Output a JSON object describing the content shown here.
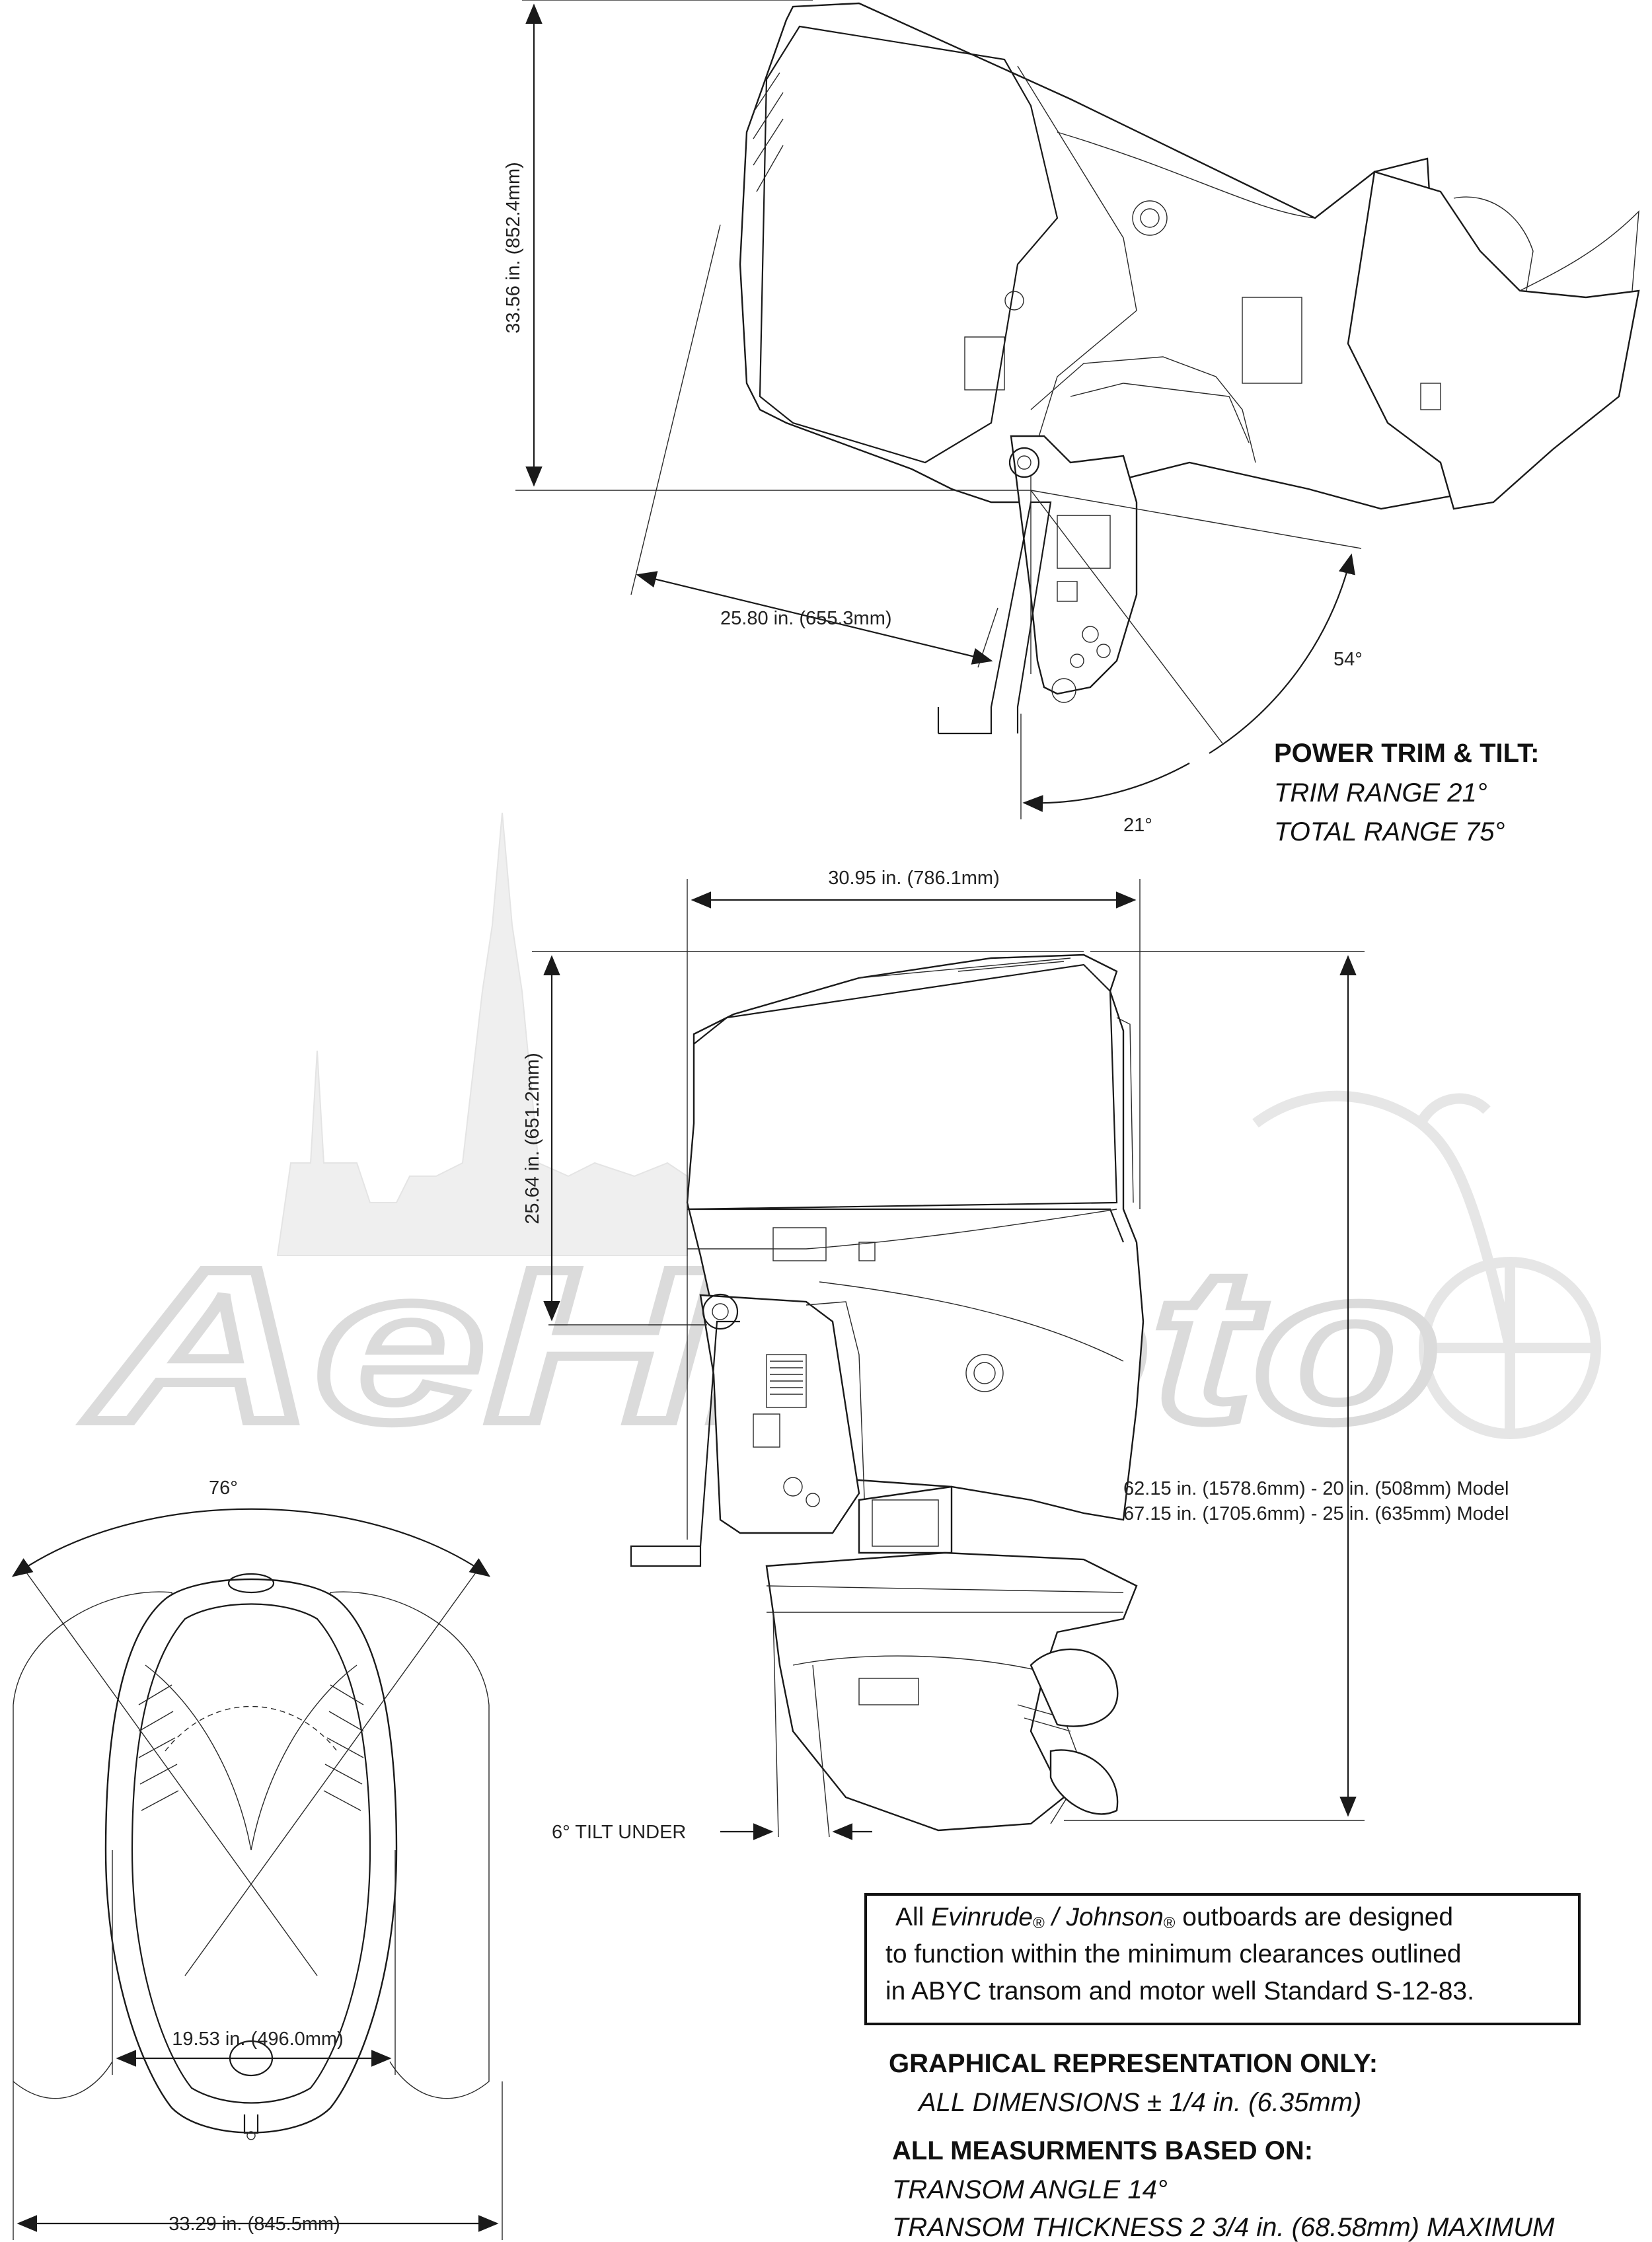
{
  "watermark": {
    "text": "AeHMoto"
  },
  "tilt_view": {
    "height_dim": "33.56 in. (852.4mm)",
    "reach_dim": "25.80 in. (655.3mm)",
    "angle_54": "54°",
    "angle_21": "21°",
    "power_trim": {
      "title": "POWER TRIM & TILT:",
      "trim_range": "TRIM RANGE 21°",
      "total_range": "TOTAL RANGE 75°"
    }
  },
  "side_view": {
    "width_dim": "30.95 in. (786.1mm)",
    "cowl_height_dim": "25.64 in. (651.2mm)",
    "length_20": "62.15 in. (1578.6mm) - 20 in. (508mm) Model",
    "length_25": "67.15 in. (1705.6mm) - 25 in. (635mm) Model",
    "tilt_under": "6° TILT UNDER"
  },
  "top_view": {
    "swing_angle": "76°",
    "inner_width_dim": "19.53 in. (496.0mm)",
    "outer_width_dim": "33.29 in. (845.5mm)"
  },
  "notice": {
    "line1_pre": "All ",
    "brand1": "Evinrude",
    "sep": " / ",
    "brand2": "Johnson",
    "reg": "®",
    "line1_post": " outboards are designed",
    "line2": "to function within the minimum clearances outlined",
    "line3": "in ABYC transom and motor well Standard S-12-83."
  },
  "footnotes": {
    "graphical_title": "GRAPHICAL REPRESENTATION ONLY:",
    "tolerance": "ALL DIMENSIONS ± 1/4 in. (6.35mm)",
    "based_title": "ALL MEASURMENTS BASED ON:",
    "transom_angle": "TRANSOM ANGLE 14°",
    "transom_thickness": "TRANSOM THICKNESS 2 3/4 in. (68.58mm) MAXIMUM"
  }
}
